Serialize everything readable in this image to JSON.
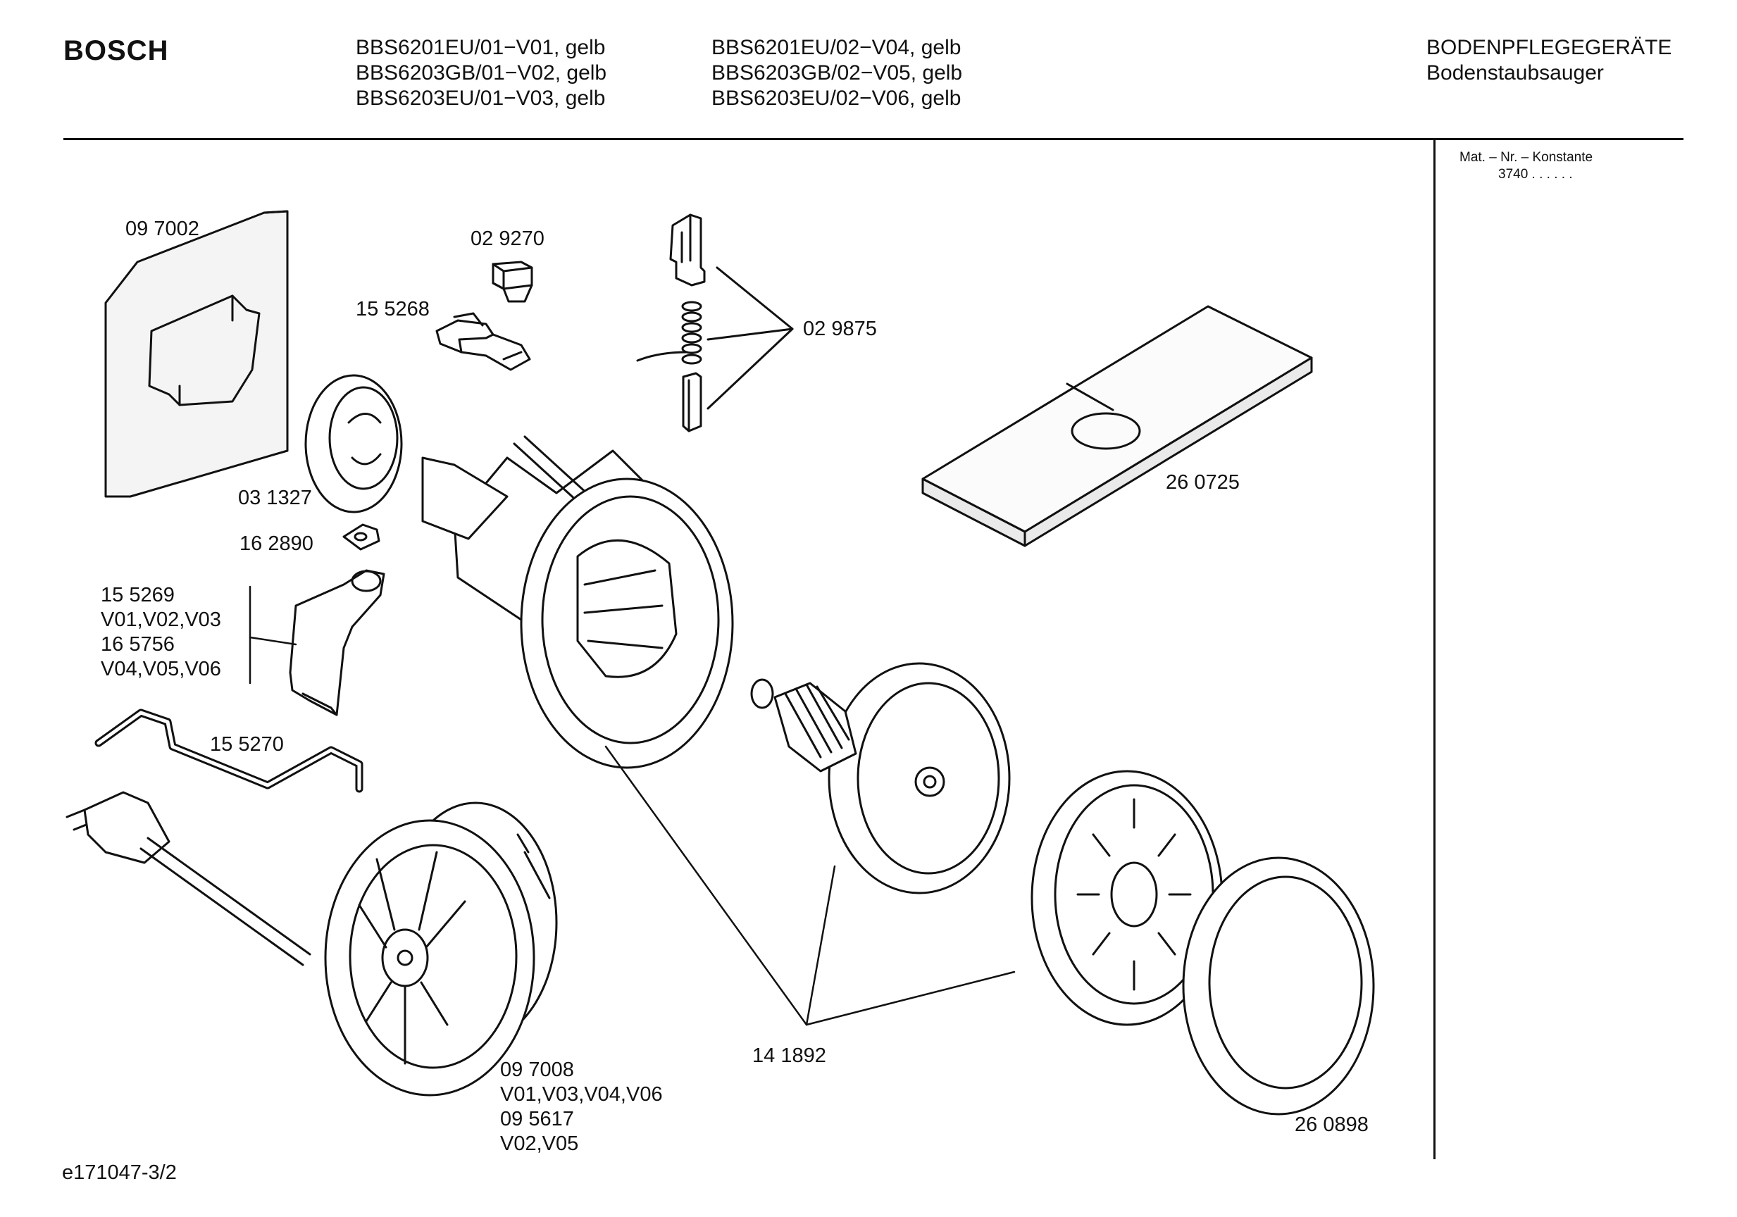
{
  "header": {
    "brand": "BOSCH",
    "models_left": [
      "BBS6201EU/01−V01, gelb",
      "BBS6203GB/01−V02, gelb",
      "BBS6203EU/01−V03, gelb"
    ],
    "models_right": [
      "BBS6201EU/02−V04, gelb",
      "BBS6203GB/02−V05, gelb",
      "BBS6203EU/02−V06, gelb"
    ],
    "category": "BODENPFLEGEGERÄTE",
    "subcategory": "Bodenstaubsauger"
  },
  "sidebar": {
    "mat_label": "Mat. – Nr. – Konstante",
    "mat_value": "3740 . . . . . ."
  },
  "parts": [
    {
      "lines": [
        "09 7002"
      ]
    },
    {
      "lines": [
        "02 9270"
      ]
    },
    {
      "lines": [
        "15 5268"
      ]
    },
    {
      "lines": [
        "02 9875"
      ]
    },
    {
      "lines": [
        "03 1327"
      ]
    },
    {
      "lines": [
        "16 2890"
      ]
    },
    {
      "lines": [
        "15 5269",
        "V01,V02,V03",
        "16 5756",
        "V04,V05,V06"
      ]
    },
    {
      "lines": [
        "15 5270"
      ]
    },
    {
      "lines": [
        "26 0725"
      ]
    },
    {
      "lines": [
        "09 7008",
        "V01,V03,V04,V06",
        "09 5617",
        "V02,V05"
      ]
    },
    {
      "lines": [
        "14 1892"
      ]
    },
    {
      "lines": [
        "26 0898"
      ]
    }
  ],
  "footer": {
    "code": "e171047-3/2"
  }
}
